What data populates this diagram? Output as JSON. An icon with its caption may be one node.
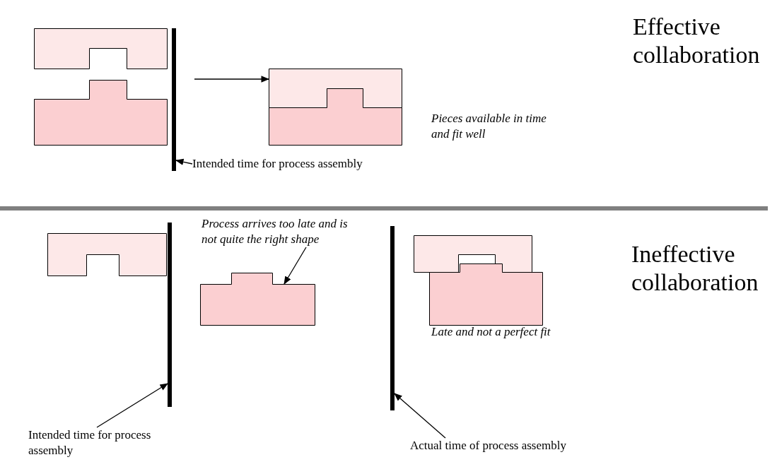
{
  "diagram": {
    "nodes": [
      {
        "text": [],
        "shape": "box"
      },
      {
        "text": [],
        "shape": "box"
      },
      {
        "text": [],
        "shape": "bar"
      },
      {
        "text": [],
        "shape": "box"
      },
      {
        "text": [
          "Intended time for process assembly"
        ]
      },
      {
        "text": [],
        "shape": "box"
      },
      {
        "text": [],
        "shape": "bar"
      },
      {
        "text": [
          "Process arrives too late and is not quite the right shape"
        ]
      },
      {
        "text": [],
        "shape": "box"
      },
      {
        "text": [],
        "shape": "bar"
      },
      {
        "text": [],
        "shape": "box"
      },
      {
        "text": [
          "Intended time for process assembly"
        ]
      },
      {
        "text": [
          "Actual time of process assembly"
        ]
      }
    ],
    "edges": [
      {
        "from": null,
        "to": 3,
        "arrow": "to"
      },
      {
        "from": 4,
        "to": 2,
        "arrow": "to"
      },
      {
        "from": 7,
        "to": 8,
        "arrow": "to"
      },
      {
        "from": 11,
        "to": 6,
        "arrow": "to"
      },
      {
        "from": 12,
        "to": 9,
        "arrow": "to"
      }
    ],
    "labels": [
      "Effective collaboration",
      "Pieces available in time and fit well",
      "Ineffective collaboration",
      "Late and not a perfect fit"
    ]
  }
}
